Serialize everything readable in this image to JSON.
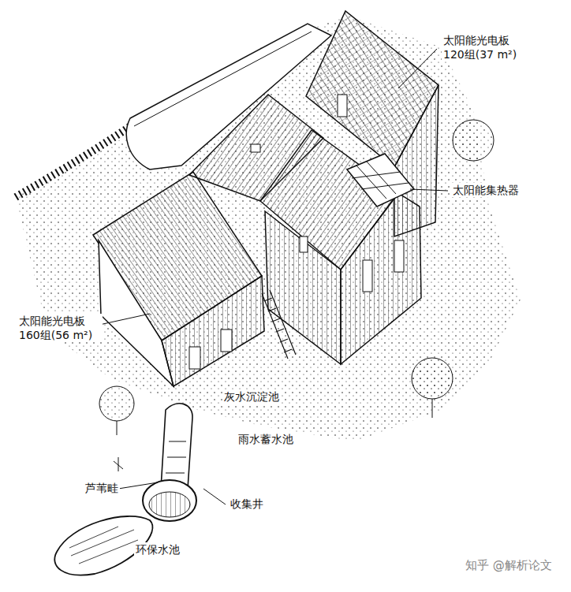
{
  "diagram": {
    "labels": [
      "太阳能光电板 120组(37 m²)",
      "太阳能集热器",
      "太阳能光电板 160组(56 m²)",
      "灰水沉淀池",
      "雨水蓄水池",
      "芦苇畦",
      "收集井",
      "环保水池",
      "知乎 @解析论文"
    ]
  }
}
